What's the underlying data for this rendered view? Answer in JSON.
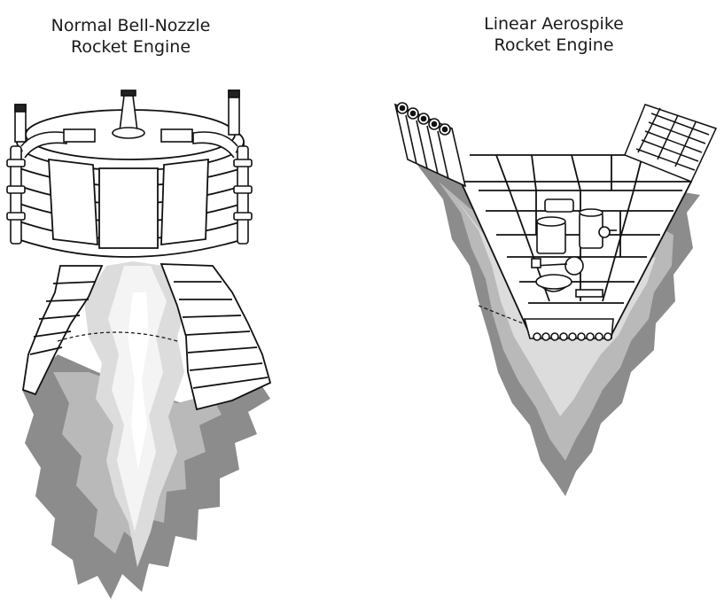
{
  "engines": {
    "bell": {
      "title_line1": "Normal Bell-Nozzle",
      "title_line2": "Rocket Engine"
    },
    "aerospike": {
      "title_line1": "Linear Aerospike",
      "title_line2": "Rocket Engine"
    }
  },
  "colors": {
    "outline": "#111111",
    "exhaust_dark": "#8c8c8c",
    "exhaust_mid": "#b9b9b9",
    "exhaust_light": "#dcdcdc",
    "metal": "#ffffff"
  }
}
